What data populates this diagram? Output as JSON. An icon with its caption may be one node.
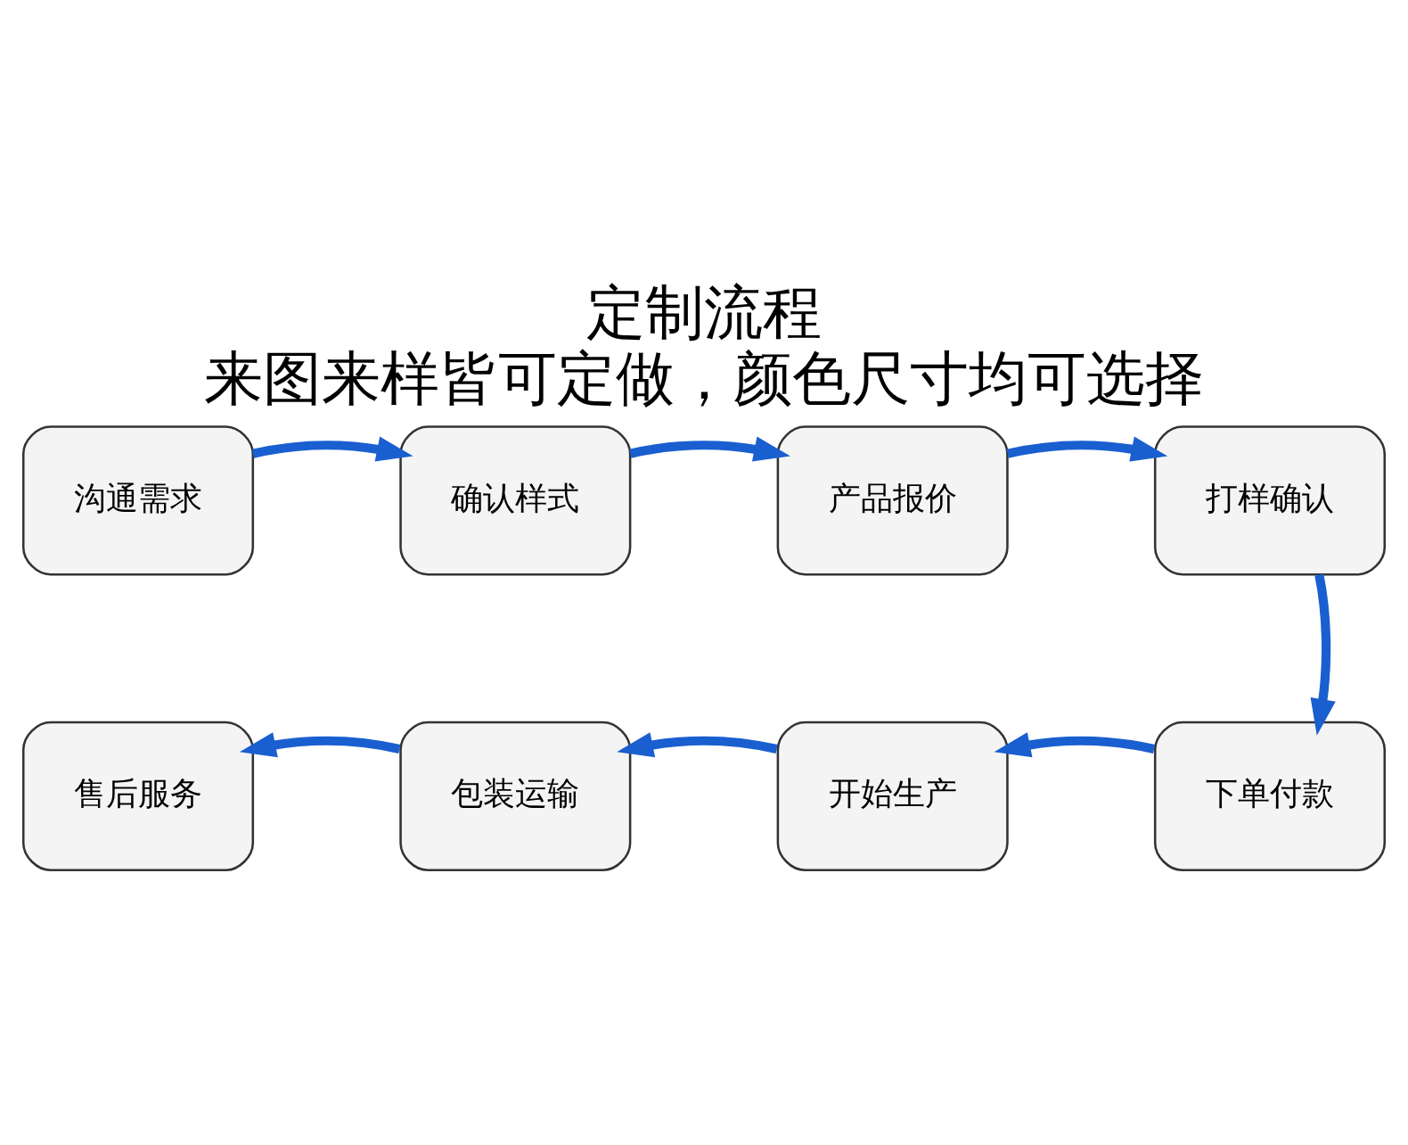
{
  "diagram": {
    "title": "定制流程",
    "caption": "来图来样皆可定做，颜色尺寸均可选择",
    "nodes": [
      {
        "text": [
          "沟通需求"
        ]
      },
      {
        "text": [
          "确认样式"
        ]
      },
      {
        "text": [
          "产品报价"
        ]
      },
      {
        "text": [
          "打样确认"
        ]
      },
      {
        "text": [
          "售后服务"
        ]
      },
      {
        "text": [
          "包装运输"
        ]
      },
      {
        "text": [
          "开始生产"
        ]
      },
      {
        "text": [
          "下单付款"
        ]
      }
    ],
    "edges": [
      {
        "from": 0,
        "to": 1,
        "arrow": "to"
      },
      {
        "from": 1,
        "to": 2,
        "arrow": "to"
      },
      {
        "from": 2,
        "to": 3,
        "arrow": "to"
      },
      {
        "from": 3,
        "to": 7,
        "arrow": "to"
      },
      {
        "from": 7,
        "to": 6,
        "arrow": "to"
      },
      {
        "from": 6,
        "to": 5,
        "arrow": "to"
      },
      {
        "from": 5,
        "to": 4,
        "arrow": "to"
      }
    ]
  }
}
